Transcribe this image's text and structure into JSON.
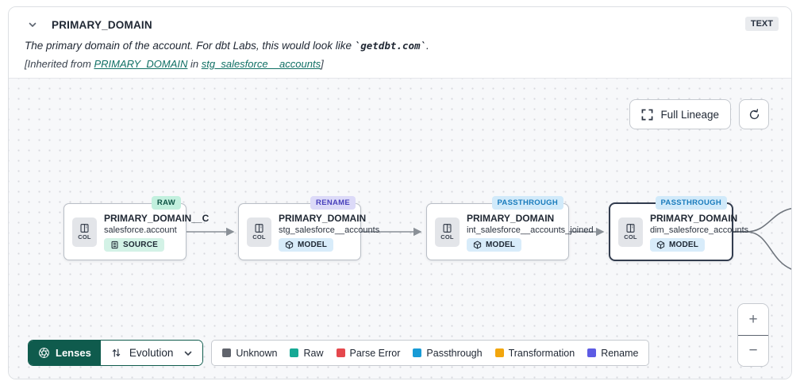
{
  "header": {
    "title": "PRIMARY_DOMAIN",
    "type_badge": "TEXT",
    "description_prefix": "The primary domain of the account. For dbt Labs, this would look like ",
    "description_code": "`getdbt.com`",
    "description_suffix": ".",
    "inherited_prefix": "[Inherited from ",
    "inherited_link_column": "PRIMARY_DOMAIN",
    "inherited_middle": " in ",
    "inherited_link_model": "stg_salesforce__accounts",
    "inherited_suffix": "]"
  },
  "controls": {
    "full_lineage_label": "Full Lineage",
    "zoom_in_label": "+",
    "zoom_out_label": "−"
  },
  "lenses": {
    "button_label": "Lenses",
    "selected_lens": "Evolution"
  },
  "legend": {
    "items": [
      {
        "label": "Unknown",
        "color": "#60646c"
      },
      {
        "label": "Raw",
        "color": "#16a995"
      },
      {
        "label": "Parse Error",
        "color": "#e5484d"
      },
      {
        "label": "Passthrough",
        "color": "#189bd6"
      },
      {
        "label": "Transformation",
        "color": "#f2a60d"
      },
      {
        "label": "Rename",
        "color": "#5d5be4"
      }
    ]
  },
  "nodes": [
    {
      "badge": "RAW",
      "col_label": "COL",
      "title": "PRIMARY_DOMAIN__C",
      "subtitle": "salesforce.account",
      "resource": "SOURCE"
    },
    {
      "badge": "RENAME",
      "col_label": "COL",
      "title": "PRIMARY_DOMAIN",
      "subtitle": "stg_salesforce__accounts",
      "resource": "MODEL"
    },
    {
      "badge": "PASSTHROUGH",
      "col_label": "COL",
      "title": "PRIMARY_DOMAIN",
      "subtitle": "int_salesforce__accounts_joined",
      "resource": "MODEL"
    },
    {
      "badge": "PASSTHROUGH",
      "col_label": "COL",
      "title": "PRIMARY_DOMAIN",
      "subtitle": "dim_salesforce_accounts",
      "resource": "MODEL"
    }
  ]
}
